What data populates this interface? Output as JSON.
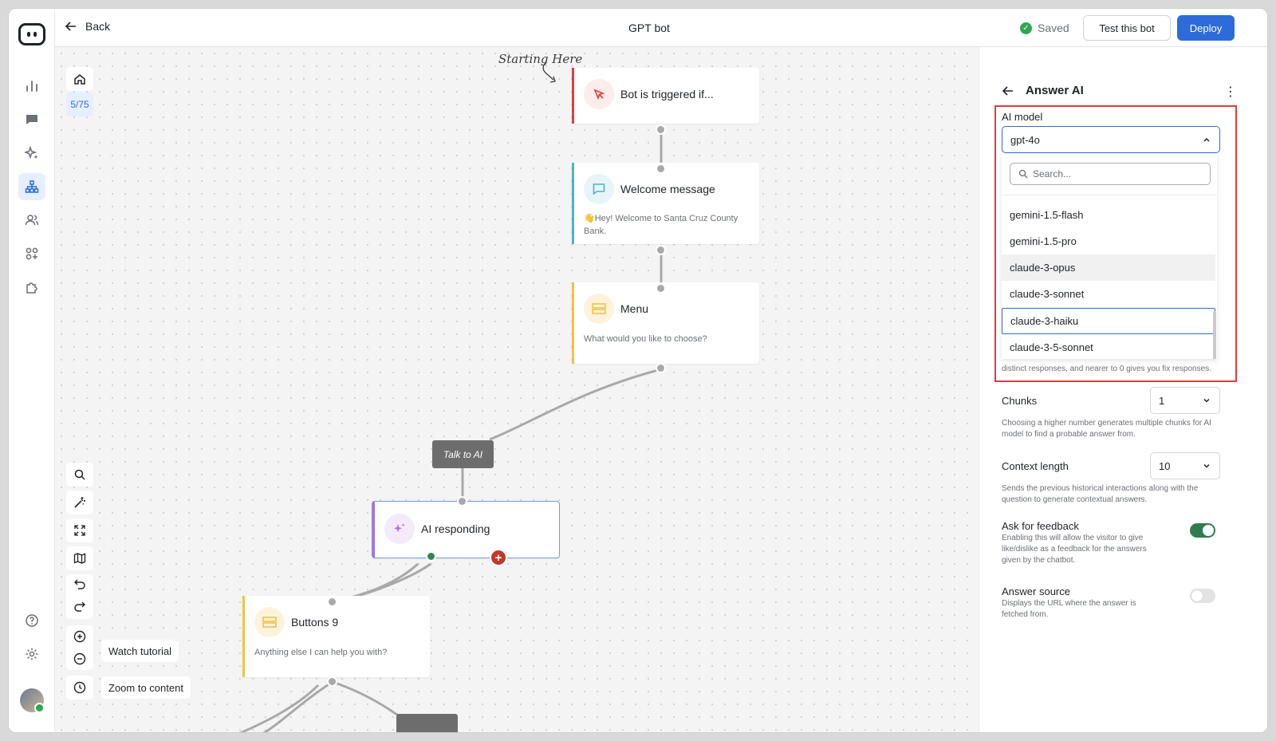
{
  "header": {
    "back_label": "Back",
    "bot_name": "GPT bot",
    "saved_label": "Saved",
    "test_button": "Test this bot",
    "deploy_button": "Deploy"
  },
  "sidebar": {
    "items": [
      "analytics-icon",
      "chat-icon",
      "sparkles-icon",
      "flow-icon",
      "users-icon",
      "apps-icon",
      "puzzle-icon"
    ],
    "active": "flow-icon",
    "bottom": [
      "help-icon",
      "settings-icon",
      "avatar"
    ]
  },
  "canvas": {
    "counter": "5/75",
    "annotation": "Starting Here",
    "watch_tutorial": "Watch tutorial",
    "zoom_to_content": "Zoom to content",
    "nodes": {
      "trigger": {
        "title": "Bot is triggered if..."
      },
      "welcome": {
        "title": "Welcome message",
        "subtitle": "👋Hey! Welcome to Santa Cruz County Bank."
      },
      "menu": {
        "title": "Menu",
        "subtitle": "What would you like to choose?"
      },
      "ai": {
        "title": "AI responding"
      },
      "buttons": {
        "title": "Buttons 9",
        "subtitle": "Anything else I can help you with?"
      }
    },
    "chip_label": "Talk to AI"
  },
  "panel": {
    "title": "Answer AI",
    "ai_model_label": "AI model",
    "ai_model_value": "gpt-4o",
    "search_placeholder": "Search...",
    "options": [
      "gemini-1.5-flash",
      "gemini-1.5-pro",
      "claude-3-opus",
      "claude-3-sonnet",
      "claude-3-haiku",
      "claude-3-5-sonnet"
    ],
    "hovered_option": "claude-3-opus",
    "focused_option": "claude-3-haiku",
    "temperature_hint_tail": "distinct responses, and nearer to 0 gives you fix responses.",
    "chunks_label": "Chunks",
    "chunks_value": "1",
    "chunks_hint": "Choosing a higher number generates multiple chunks for AI model to find a probable answer from.",
    "context_label": "Context length",
    "context_value": "10",
    "context_hint": "Sends the previous historical interactions along with the question to generate contextual answers.",
    "feedback_label": "Ask for feedback",
    "feedback_hint": "Enabling this will allow the visitor to give like/dislike as a feedback for the answers given by the chatbot.",
    "feedback_on": true,
    "source_label": "Answer source",
    "source_hint": "Displays the URL where the answer is fetched from.",
    "source_on": false
  },
  "colors": {
    "accent": "#2c6bd9",
    "saved_green": "#2fa84f",
    "highlight_red": "#e23b3b",
    "trigger_bar": "#e23b3b",
    "welcome_bar": "#4fb3c8",
    "menu_bar": "#f0c24a",
    "ai_bar": "#b06ee0",
    "toggle_on": "#2f7d4f"
  }
}
